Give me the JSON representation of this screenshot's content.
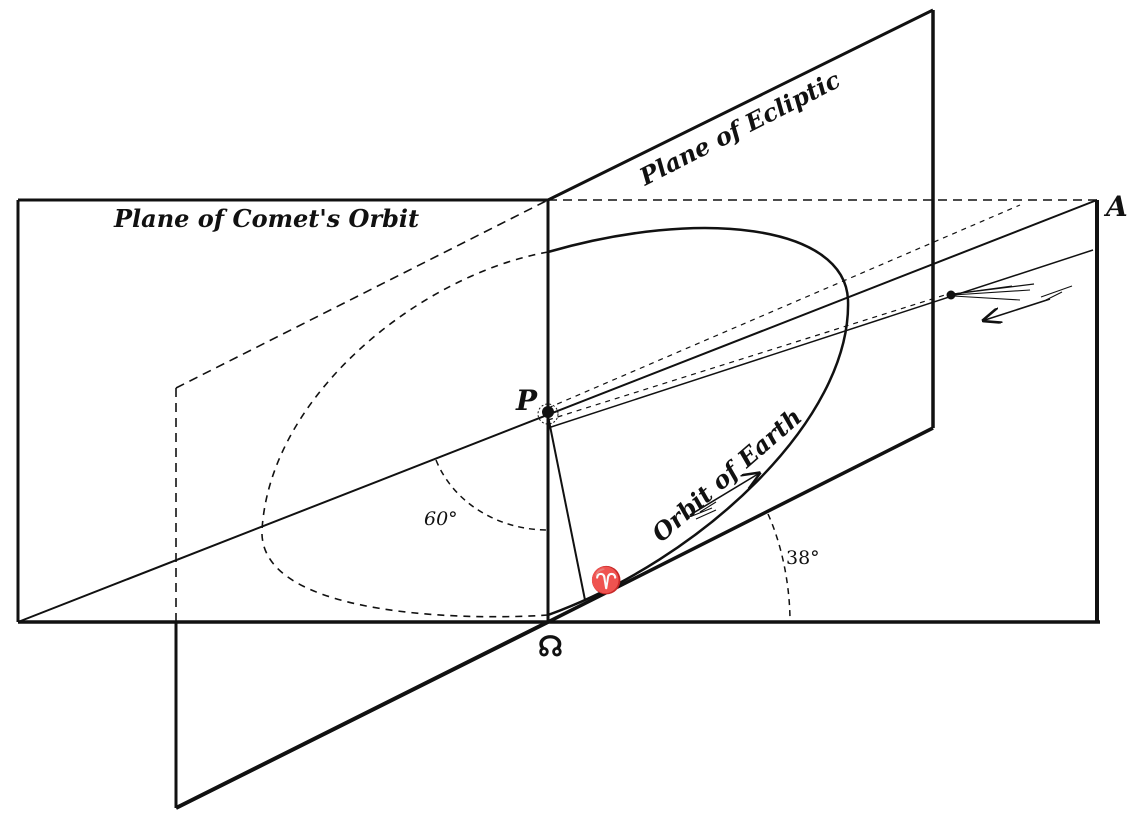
{
  "labels": {
    "plane_comet": "Plane of Comet's Orbit",
    "plane_ecliptic": "Plane of Ecliptic",
    "orbit_earth": "Orbit of Earth",
    "point_p": "P",
    "point_a": "A",
    "node_symbol": "☊",
    "aries_symbol": "♈",
    "angle_60": "60°",
    "angle_38": "38°"
  },
  "angles": {
    "inclination_deg": 60,
    "node_longitude_deg": 38
  }
}
